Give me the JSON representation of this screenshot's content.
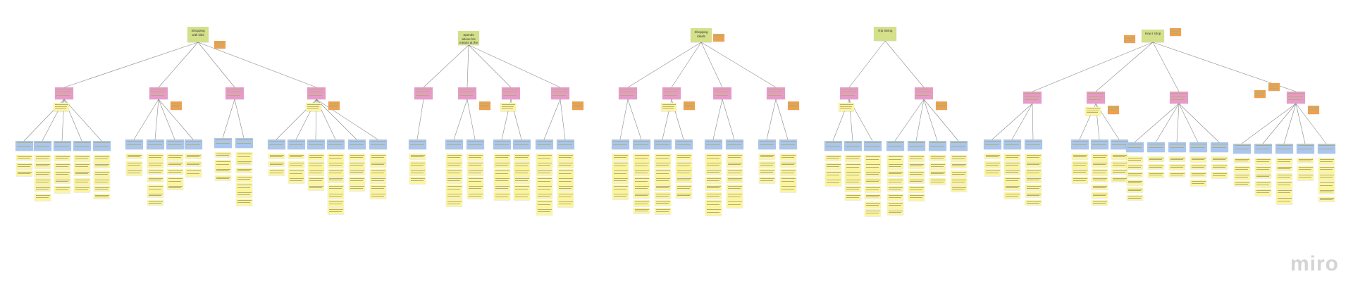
{
  "board": {
    "roots": [
      {
        "label": "Shopping with kids"
      },
      {
        "label": "Spends above his means at the store"
      },
      {
        "label": "Shopping ideals"
      },
      {
        "label": "Trip timing"
      },
      {
        "label": "How I shop"
      }
    ],
    "brand": "miro"
  }
}
